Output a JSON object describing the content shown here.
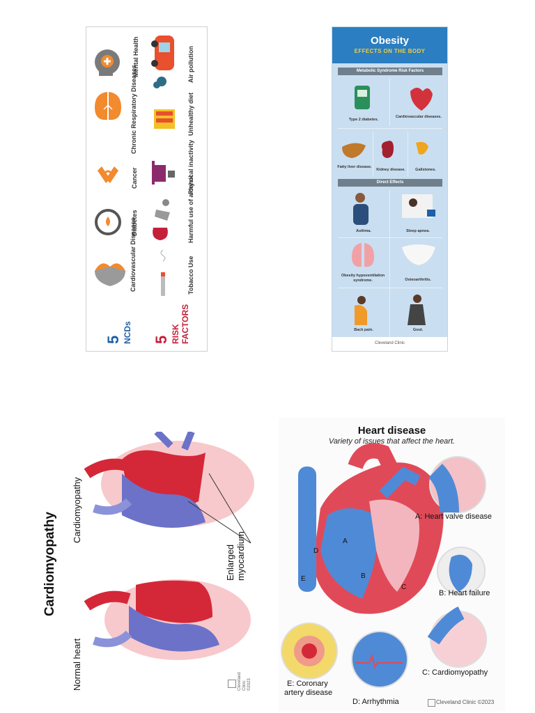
{
  "ncd": {
    "title_number": "5",
    "title_text": "NCDs",
    "risk_number": "5",
    "risk_text_1": "RISK",
    "risk_text_2": "FACTORS",
    "ncds": [
      {
        "label": "Cardiovascular Diseases",
        "icon": "heart-icon"
      },
      {
        "label": "Diabetes",
        "icon": "drop-icon"
      },
      {
        "label": "Cancer",
        "icon": "ribbon-icon"
      },
      {
        "label": "Chronic Respiratory Diseases",
        "icon": "lungs-icon"
      },
      {
        "label": "Mental Health",
        "icon": "head-icon"
      }
    ],
    "risks": [
      {
        "label": "Tobacco Use",
        "icon": "cigarette-icon"
      },
      {
        "label": "Harmful use of alcohol",
        "icon": "wine-glass-icon"
      },
      {
        "label": "Physical inactivity",
        "icon": "tv-couch-icon"
      },
      {
        "label": "Unhealthy diet",
        "icon": "fries-icon"
      },
      {
        "label": "Air pollution",
        "icon": "car-exhaust-icon"
      }
    ],
    "colors": {
      "orange": "#f28a2e",
      "blue": "#1f5fa8",
      "red": "#c4203a",
      "grey": "#6e6e6e"
    }
  },
  "obesity": {
    "title": "Obesity",
    "subtitle": "EFFECTS ON THE BODY",
    "section_1": "Metabolic Syndrome Risk Factors",
    "section_2": "Direct Effects",
    "metabolic": [
      "Type 2 diabetes.",
      "Cardiovascular diseases.",
      "Fatty liver disease.",
      "Kidney disease.",
      "Gallstones."
    ],
    "direct": [
      "Asthma.",
      "Sleep apnea.",
      "Obesity hypoventilation syndrome.",
      "Osteoarthritis.",
      "Back pain.",
      "Gout."
    ],
    "footer": "Cleveland Clinic",
    "colors": {
      "header": "#2b7ec1",
      "subtitle": "#f4cf3b",
      "background": "#c9def0"
    }
  },
  "cardio": {
    "title": "Cardiomyopathy",
    "label_cardiomyopathy": "Cardiomyopathy",
    "label_normal": "Normal heart",
    "label_enlarged_1": "Enlarged",
    "label_enlarged_2": "myocardium",
    "copyright_1": "Cleveland",
    "copyright_2": "Clinic",
    "copyright_3": "©2023"
  },
  "heart_disease": {
    "title": "Heart disease",
    "subtitle": "Variety of issues that affect the heart.",
    "letters": [
      "A",
      "B",
      "C",
      "D",
      "E"
    ],
    "captions": {
      "a": "A: Heart valve disease",
      "b": "B: Heart failure",
      "c": "C: Cardiomyopathy",
      "d": "D: Arrhythmia",
      "e_1": "E: Coronary",
      "e_2": "artery disease"
    },
    "footer": "Cleveland Clinic ©2023"
  }
}
